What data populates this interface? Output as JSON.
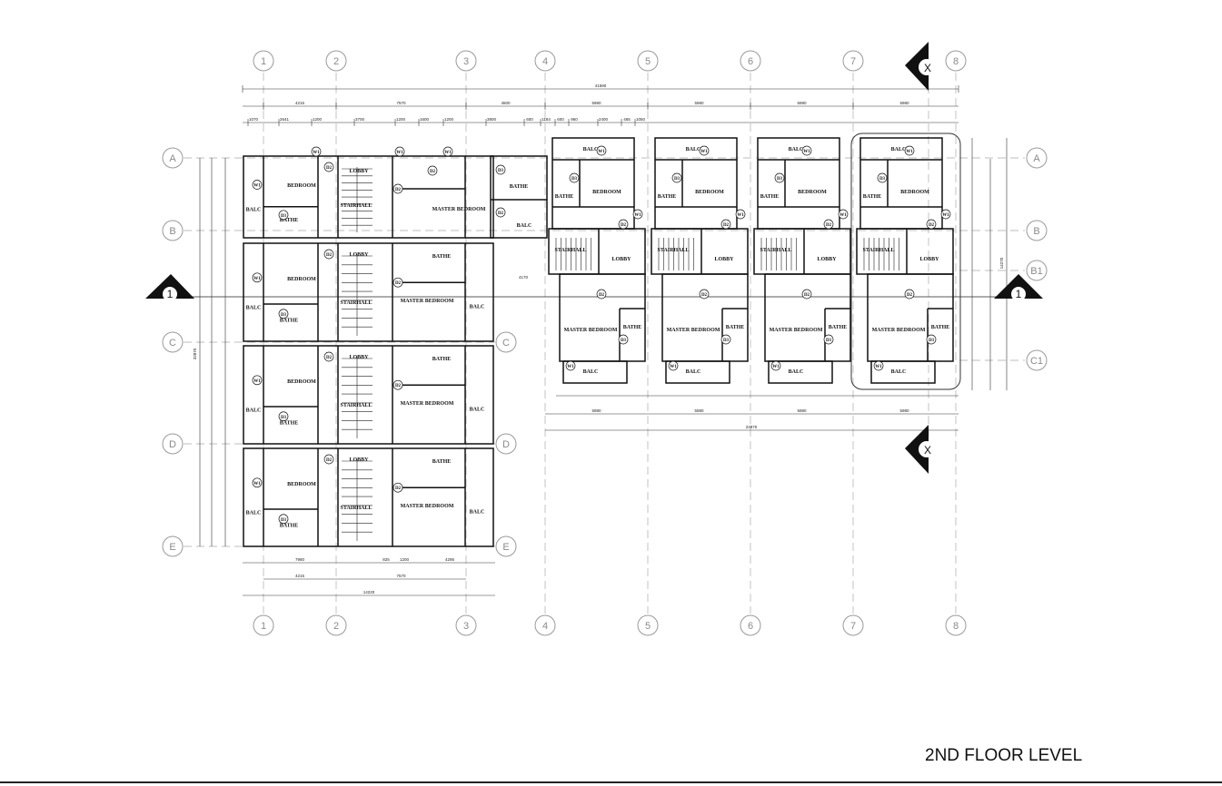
{
  "drawing": {
    "title": "2ND FLOOR LEVEL"
  },
  "grid": {
    "columns": [
      "1",
      "2",
      "3",
      "4",
      "5",
      "6",
      "7",
      "8"
    ],
    "rows_left": [
      "A",
      "B",
      "C",
      "D",
      "E"
    ],
    "rows_right": [
      "A",
      "B",
      "B1",
      "C1"
    ],
    "rows_mid": [
      "C",
      "D",
      "E"
    ]
  },
  "section_marks": {
    "horizontal": "1",
    "vertical": "X"
  },
  "dimensions": {
    "overall": "41590",
    "top_bays": [
      "4215",
      "7570",
      "4600",
      "5980",
      "5980",
      "5980",
      "5980"
    ],
    "bottom_bays": [
      "4215",
      "7570"
    ],
    "bottom_overall": "14220",
    "right_block_overall": "23970",
    "right_block_bays": [
      "5980",
      "5980",
      "5980",
      "5980"
    ],
    "left_vertical": "32870",
    "right_vertical": "14270",
    "mid_span": "4170",
    "bottom_row": [
      "7980",
      "825",
      "1200",
      "4295"
    ],
    "detail_top": [
      "1070",
      "2641",
      "1200",
      "3700",
      "1200",
      "1600",
      "1200",
      "3800",
      "600",
      "1184",
      "600",
      "960",
      "2400",
      "465",
      "1050"
    ]
  },
  "rooms": {
    "bedroom": "BEDROOM",
    "bathe": "BATHE",
    "balc": "BALC",
    "stairhall": "STAIRHALL",
    "lobby": "LOBBY",
    "master_bedroom": "MASTER BEDROOM"
  },
  "tags": {
    "door": "D2",
    "door_alt": "D3",
    "window": "W1"
  }
}
